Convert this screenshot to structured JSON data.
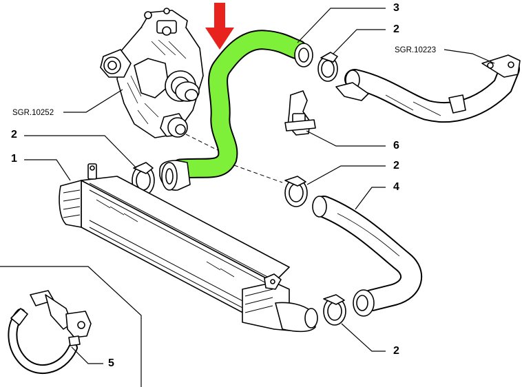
{
  "callouts": {
    "c1": "1",
    "c2a": "2",
    "c2b": "2",
    "c2c": "2",
    "c2d": "2",
    "c3": "3",
    "c4": "4",
    "c5": "5",
    "c6": "6"
  },
  "refs": {
    "throttle_body": "SGR.10252",
    "egr_pipe": "SGR.10223"
  },
  "colors": {
    "highlight_hose": "#7ef03a",
    "arrow": "#e8221c"
  },
  "icons": {
    "arrow": "arrow-down-icon"
  }
}
